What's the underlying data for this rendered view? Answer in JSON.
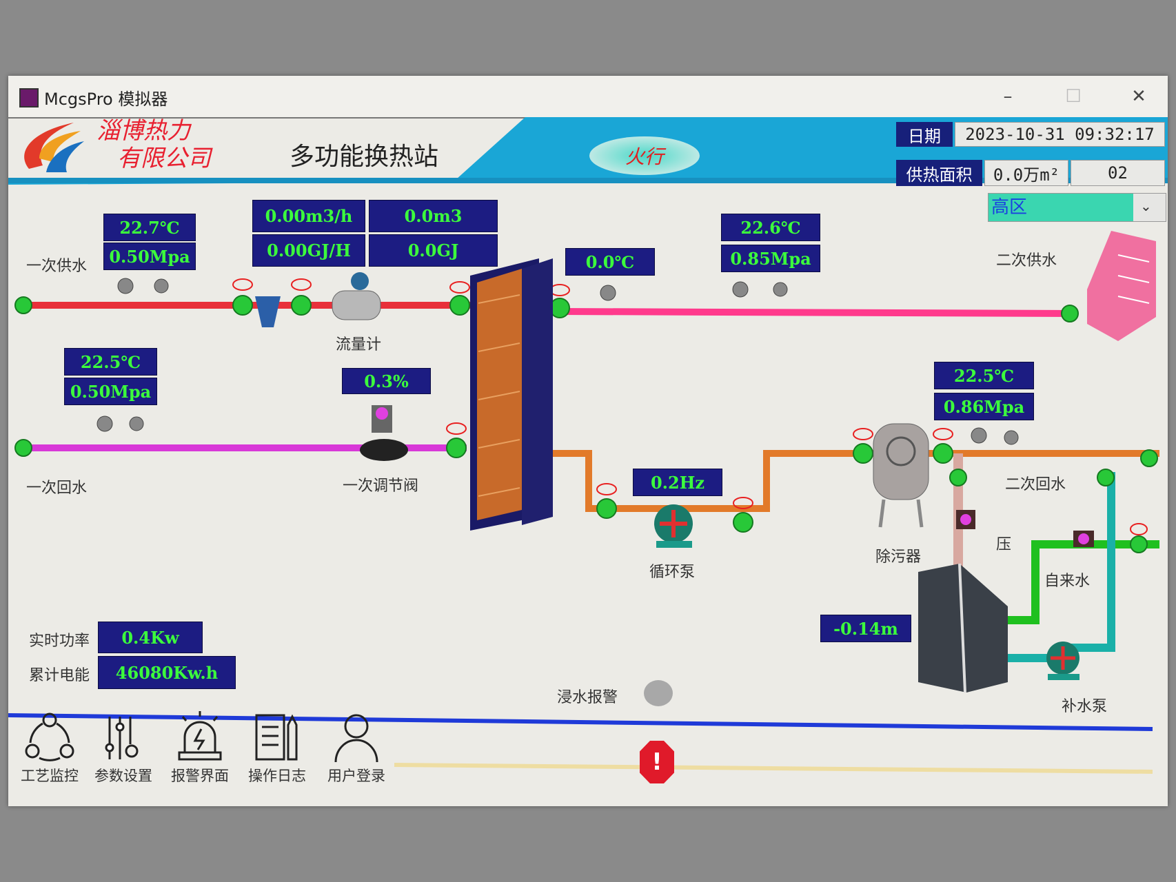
{
  "window": {
    "title": "McgsPro 模拟器",
    "minimize": "–",
    "maximize": "☐",
    "close": "✕"
  },
  "header": {
    "company": [
      "淄博热力",
      "有限公司"
    ],
    "station_title": "多功能换热站",
    "status_badge": "火行",
    "date_label": "日期",
    "date_value": "2023-10-31 09:32:17",
    "area_label": "供热面积",
    "area_value": "0.0万m²",
    "area_code": "02",
    "zone_select": "高区"
  },
  "readings": {
    "primary_supply_temp": "22.7℃",
    "primary_supply_pressure": "0.50Mpa",
    "flow_rate": "0.00m3/h",
    "flow_total": "0.0m3",
    "heat_rate": "0.00GJ/H",
    "heat_total": "0.0GJ",
    "exchanger_temp": "0.0℃",
    "secondary_supply_temp": "22.6℃",
    "secondary_supply_pressure": "0.85Mpa",
    "primary_return_temp": "22.5℃",
    "primary_return_pressure": "0.50Mpa",
    "valve_opening": "0.3%",
    "secondary_return_temp": "22.5℃",
    "secondary_return_pressure": "0.86Mpa",
    "pump_freq": "0.2Hz",
    "tank_level": "-0.14m",
    "power": "0.4Kw",
    "energy": "46080Kw.h"
  },
  "labels": {
    "primary_supply": "一次供水",
    "secondary_supply": "二次供水",
    "flowmeter": "流量计",
    "primary_return": "一次回水",
    "control_valve": "一次调节阀",
    "circ_pump": "循环泵",
    "strainer": "除污器",
    "secondary_return": "二次回水",
    "relief": "压",
    "tap_water": "自来水",
    "makeup_pump": "补水泵",
    "power": "实时功率",
    "energy": "累计电能",
    "flood_alarm": "浸水报警"
  },
  "nav": [
    {
      "label": "工艺监控",
      "icon": "process-icon"
    },
    {
      "label": "参数设置",
      "icon": "settings-sliders-icon"
    },
    {
      "label": "报警界面",
      "icon": "alarm-light-icon"
    },
    {
      "label": "操作日志",
      "icon": "log-icon"
    },
    {
      "label": "用户登录",
      "icon": "user-icon"
    }
  ],
  "colors": {
    "box_bg": "#1c1c82",
    "box_text": "#3cff3c",
    "header_band": "#1aa6d6",
    "red_pipe": "#e8303a",
    "pink_pipe": "#ff3a8c",
    "magenta_pipe": "#d838d8",
    "orange_pipe": "#e27a2a",
    "green_pipe": "#1fc01f",
    "teal_pipe": "#1ab0a8"
  }
}
